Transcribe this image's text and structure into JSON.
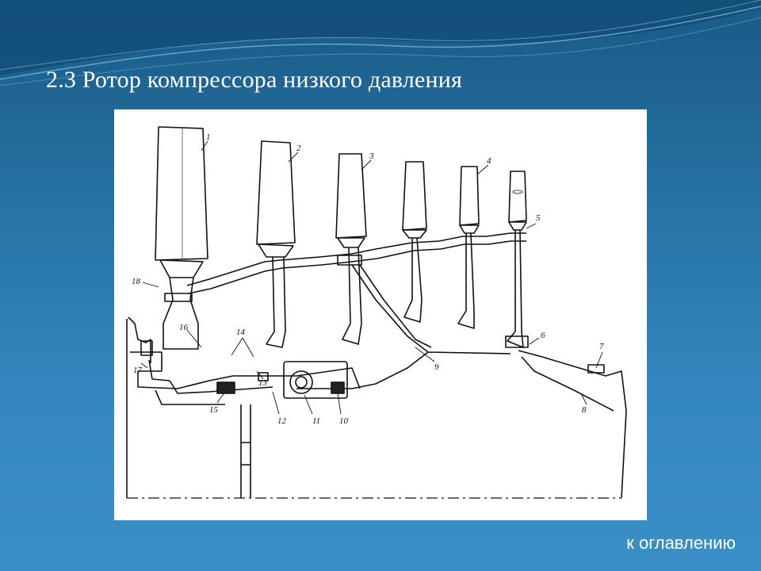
{
  "slide": {
    "title": "2.3 Ротор компрессора низкого давления",
    "nav_link": "к оглавлению"
  },
  "diagram": {
    "callouts": [
      "1",
      "2",
      "3",
      "4",
      "5",
      "6",
      "7",
      "8",
      "9",
      "10",
      "11",
      "12",
      "13",
      "14",
      "15",
      "16",
      "17",
      "18"
    ]
  },
  "colors": {
    "background": "#2a78ab",
    "text": "#ffffff",
    "figure_bg": "#ffffff"
  }
}
